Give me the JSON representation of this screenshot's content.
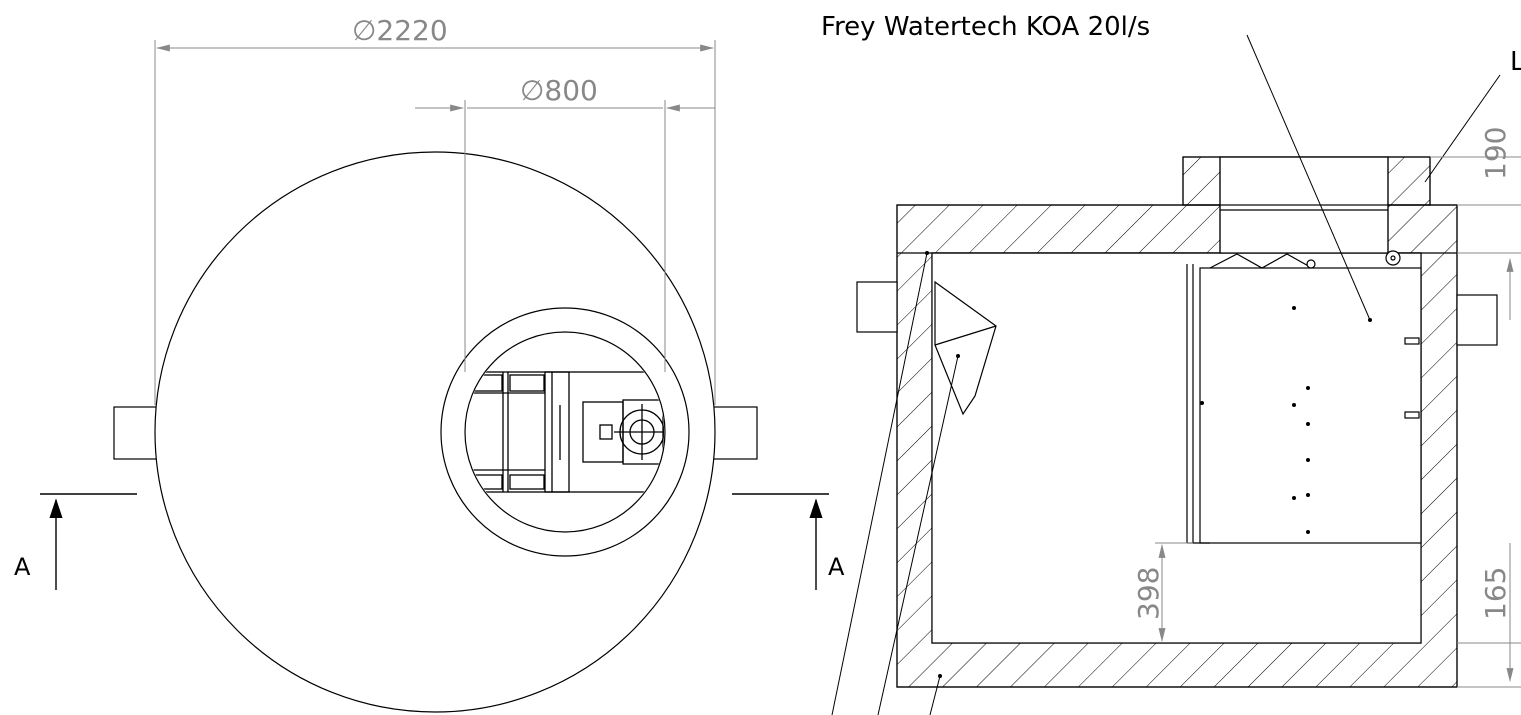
{
  "dimensions": {
    "outer_diameter": "∅2220",
    "inner_diameter": "∅800",
    "height_top": "190",
    "height_outlet": "398",
    "height_right": "165"
  },
  "labels": {
    "product": "Frey Watertech KOA 20l/s",
    "truncated": "L"
  },
  "section": {
    "marker_left": "A",
    "marker_right": "A"
  },
  "colors": {
    "line": "#000000",
    "dimension": "#888888",
    "background": "#ffffff"
  }
}
